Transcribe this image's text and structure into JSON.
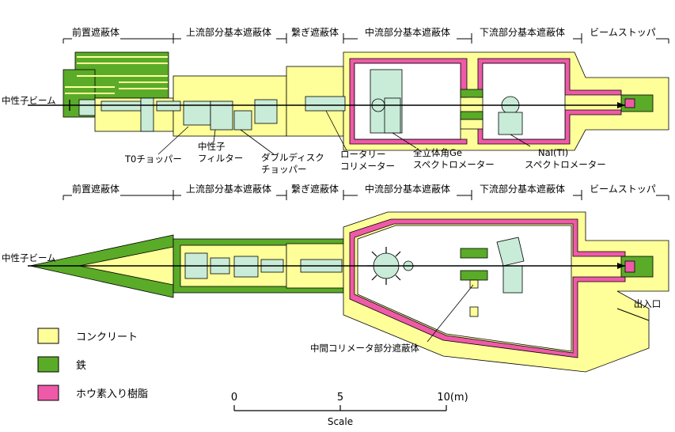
{
  "sections": [
    "前置遮蔽体",
    "上流部分基本遮蔽体",
    "繋ぎ遮蔽体",
    "中流部分基本遮蔽体",
    "下流部分基本遮蔽体",
    "ビームストッパ"
  ],
  "beam_label": "中性子ビーム",
  "top_labels": {
    "t0_chopper": "T0チョッパー",
    "neutron_filter_1": "中性子",
    "neutron_filter_2": "フィルター",
    "double_disk_1": "ダブルディスク",
    "double_disk_2": "チョッパー",
    "rotary_1": "ロータリー",
    "rotary_2": "コリメーター",
    "ge_1": "全立体角Ge",
    "ge_2": "スペクトロメーター",
    "nai_1": "NaI(Tl)",
    "nai_2": "スペクトロメーター"
  },
  "bottom_labels": {
    "entrance": "出入口",
    "mid_collimator": "中間コリメータ部分遮蔽体"
  },
  "legend": [
    {
      "label": "コンクリート",
      "color": "#ffff99"
    },
    {
      "label": "鉄",
      "color": "#5aab28"
    },
    {
      "label": "ホウ素入り樹脂",
      "color": "#ee5aa8"
    }
  ],
  "scale": {
    "ticks": [
      "0",
      "5",
      "10(m)"
    ],
    "title": "Scale"
  },
  "colors": {
    "concrete": "#ffff99",
    "iron": "#5aab28",
    "boron_resin": "#ee5aa8",
    "equipment": "#c8ecd8"
  }
}
